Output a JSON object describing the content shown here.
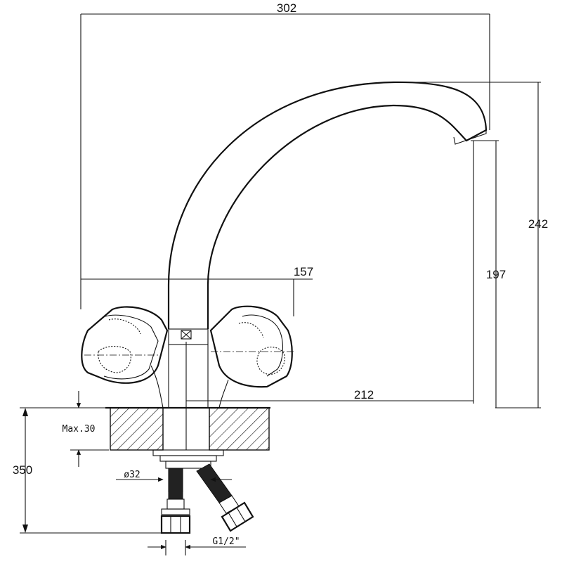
{
  "dimensions": {
    "overall_width": "302",
    "handle_span": "157",
    "overall_height": "242",
    "spout_height": "197",
    "spout_reach": "212",
    "max_deck_thickness": "Max.30",
    "hose_length": "350",
    "hole_diameter": "ø32",
    "thread_size": "G1/2\""
  }
}
